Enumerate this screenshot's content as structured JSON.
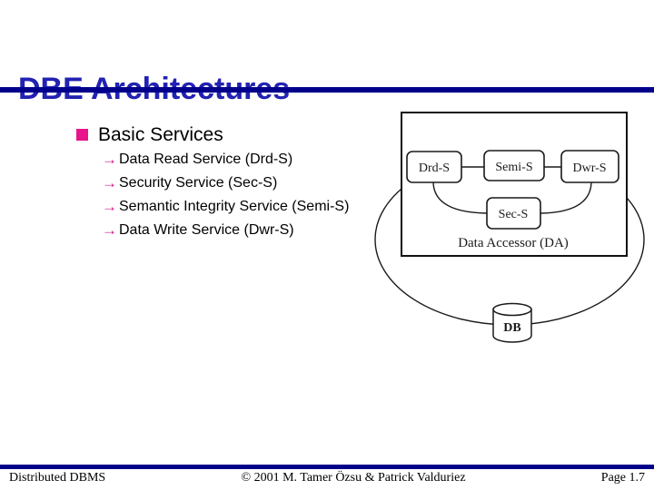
{
  "slide": {
    "title": "DBE Architectures",
    "bullet": "Basic Services",
    "sub_bullets": [
      "Data Read Service (Drd-S)",
      "Security Service (Sec-S)",
      "Semantic Integrity Service (Semi-S)",
      "Data Write Service (Dwr-S)"
    ]
  },
  "diagram": {
    "top_boxes": [
      "Drd-S",
      "Semi-S",
      "Dwr-S"
    ],
    "bottom_box": "Sec-S",
    "container_label": "Data Accessor (DA)",
    "database_label": "DB"
  },
  "footer": {
    "left": "Distributed DBMS",
    "center": "© 2001 M. Tamer Özsu & Patrick Valduriez",
    "right": "Page 1.7"
  },
  "icons": {
    "arrow_bullet": "→"
  },
  "colors": {
    "title_blue": "#2222b2",
    "rule_navy": "#00008b",
    "bullet_magenta": "#e8148c",
    "text_black": "#000000",
    "diagram_line": "#1a1a1a"
  }
}
